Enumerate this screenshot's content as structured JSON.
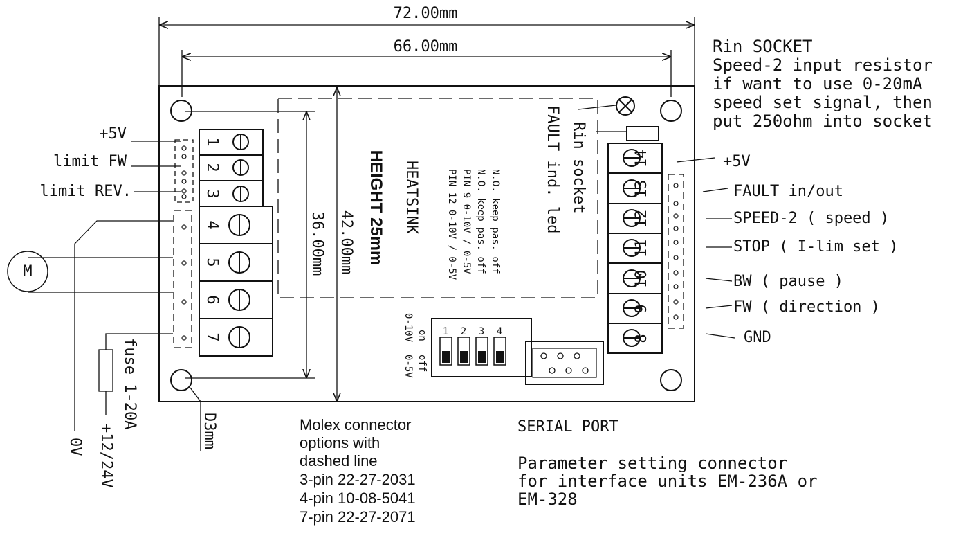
{
  "dimensions": {
    "overall_width": "72.00mm",
    "hole_spacing_width": "66.00mm",
    "hole_spacing_height": "36.00mm",
    "overall_height": "42.00mm",
    "hole_diameter": "D3mm"
  },
  "heatsink": {
    "height_label": "HEIGHT 25mm",
    "label": "HEATSINK"
  },
  "jumper_notes": [
    "N.O. keep pas. off",
    "N.O. keep pas. off",
    "PIN 9 0-10V / 0-5V",
    "PIN 12 0-10V / 0-5V"
  ],
  "rin_labels": {
    "rin_socket": "Rin socket",
    "fault_led": "FAULT ind. led"
  },
  "rin_note": [
    "Rin SOCKET",
    "Speed-2 input resistor",
    "if want to use  0-20mA",
    "speed set signal, then",
    "put 250ohm into socket"
  ],
  "left_terminals": [
    "1",
    "2",
    "3",
    "4",
    "5",
    "6",
    "7"
  ],
  "left_labels": [
    "+5V",
    "limit FW",
    "limit REV."
  ],
  "motor_label": "M",
  "fuse_label": "fuse 1-20A",
  "supply_labels": [
    "+12/24V",
    "0V"
  ],
  "right_terminals": [
    "14",
    "13",
    "12",
    "11",
    "10",
    "9",
    "8"
  ],
  "right_labels": [
    "+5V",
    "FAULT in/out",
    "SPEED-2 ( speed )",
    "STOP  ( I-lim set )",
    "BW ( pause )",
    "FW  ( direction )",
    "GND"
  ],
  "dip_switch": {
    "numbers": [
      "1",
      "2",
      "3",
      "4"
    ],
    "on_label": "on",
    "off_label": "off",
    "range_a": "0-10V",
    "range_b": "0-5V"
  },
  "molex_note": [
    "Molex connector",
    "options with",
    "dashed line",
    "3-pin  22-27-2031",
    "4-pin  10-08-5041",
    "7-pin  22-27-2071"
  ],
  "serial_port": {
    "title": "SERIAL PORT",
    "description": [
      "Parameter setting connector",
      "for interface units EM-236A or",
      "EM-328"
    ]
  }
}
